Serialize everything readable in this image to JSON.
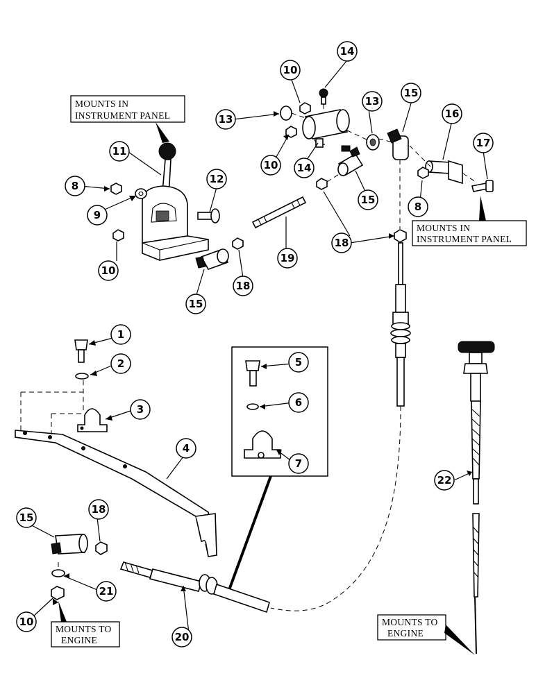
{
  "notes": {
    "instrument_panel_left_line1": "MOUNTS IN",
    "instrument_panel_left_line2": "INSTRUMENT PANEL",
    "instrument_panel_right_line1": "MOUNTS IN",
    "instrument_panel_right_line2": "INSTRUMENT PANEL",
    "engine_left_line1": "MOUNTS TO",
    "engine_left_line2": "ENGINE",
    "engine_right_line1": "MOUNTS TO",
    "engine_right_line2": "ENGINE"
  },
  "callouts": [
    {
      "id": "c1",
      "label": "1"
    },
    {
      "id": "c2",
      "label": "2"
    },
    {
      "id": "c3",
      "label": "3"
    },
    {
      "id": "c4",
      "label": "4"
    },
    {
      "id": "c5",
      "label": "5"
    },
    {
      "id": "c6",
      "label": "6"
    },
    {
      "id": "c7",
      "label": "7"
    },
    {
      "id": "c8a",
      "label": "8"
    },
    {
      "id": "c8b",
      "label": "8"
    },
    {
      "id": "c9",
      "label": "9"
    },
    {
      "id": "c10a",
      "label": "10"
    },
    {
      "id": "c10b",
      "label": "10"
    },
    {
      "id": "c10c",
      "label": "10"
    },
    {
      "id": "c10d",
      "label": "10"
    },
    {
      "id": "c11",
      "label": "11"
    },
    {
      "id": "c12",
      "label": "12"
    },
    {
      "id": "c13a",
      "label": "13"
    },
    {
      "id": "c13b",
      "label": "13"
    },
    {
      "id": "c14a",
      "label": "14"
    },
    {
      "id": "c14b",
      "label": "14"
    },
    {
      "id": "c15a",
      "label": "15"
    },
    {
      "id": "c15b",
      "label": "15"
    },
    {
      "id": "c15c",
      "label": "15"
    },
    {
      "id": "c15d",
      "label": "15"
    },
    {
      "id": "c16",
      "label": "16"
    },
    {
      "id": "c17",
      "label": "17"
    },
    {
      "id": "c18a",
      "label": "18"
    },
    {
      "id": "c18b",
      "label": "18"
    },
    {
      "id": "c18c",
      "label": "18"
    },
    {
      "id": "c19",
      "label": "19"
    },
    {
      "id": "c20",
      "label": "20"
    },
    {
      "id": "c21",
      "label": "21"
    },
    {
      "id": "c22",
      "label": "22"
    }
  ]
}
